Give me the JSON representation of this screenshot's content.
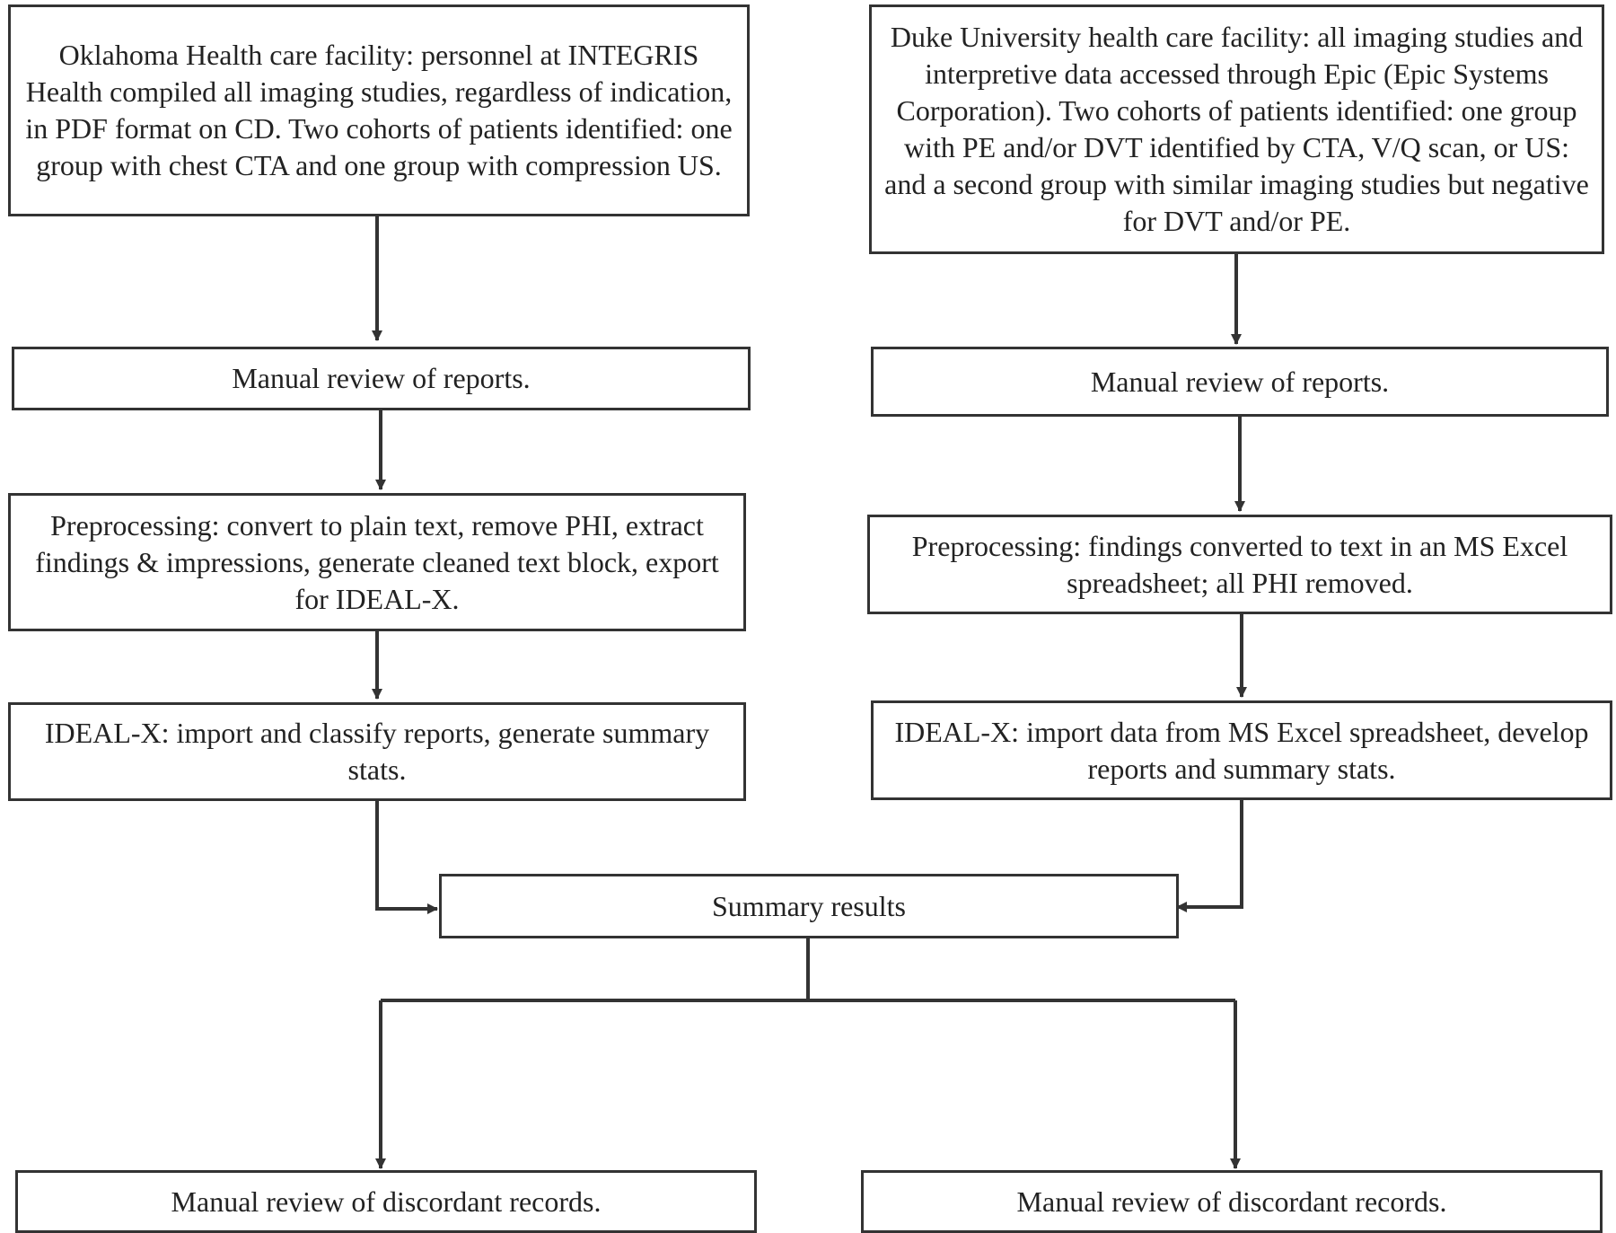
{
  "left_column": {
    "source": "Oklahoma Health care facility: personnel at INTEGRIS Health compiled all imaging studies, regardless of indication, in PDF format on CD. Two cohorts of patients identified: one group with chest CTA and one group with compression US.",
    "review": "Manual review of reports.",
    "preprocessing": "Preprocessing: convert to plain text, remove PHI, extract findings & impressions, generate cleaned text block, export for IDEAL-X.",
    "idealx": "IDEAL-X: import and classify reports,  generate summary stats.",
    "discordant": "Manual review of discordant records."
  },
  "right_column": {
    "source": "Duke University health care facility: all imaging studies and interpretive data accessed through Epic (Epic Systems Corporation). Two cohorts of patients identified: one group with PE and/or DVT identified by CTA, V/Q scan, or US: and a second group with similar imaging studies but negative for DVT and/or PE.",
    "review": "Manual review of reports.",
    "preprocessing": "Preprocessing: findings converted to text in an MS Excel spreadsheet; all PHI removed.",
    "idealx": "IDEAL-X: import data from MS Excel spreadsheet, develop reports and summary stats.",
    "discordant": "Manual review of discordant records."
  },
  "summary": "Summary results"
}
